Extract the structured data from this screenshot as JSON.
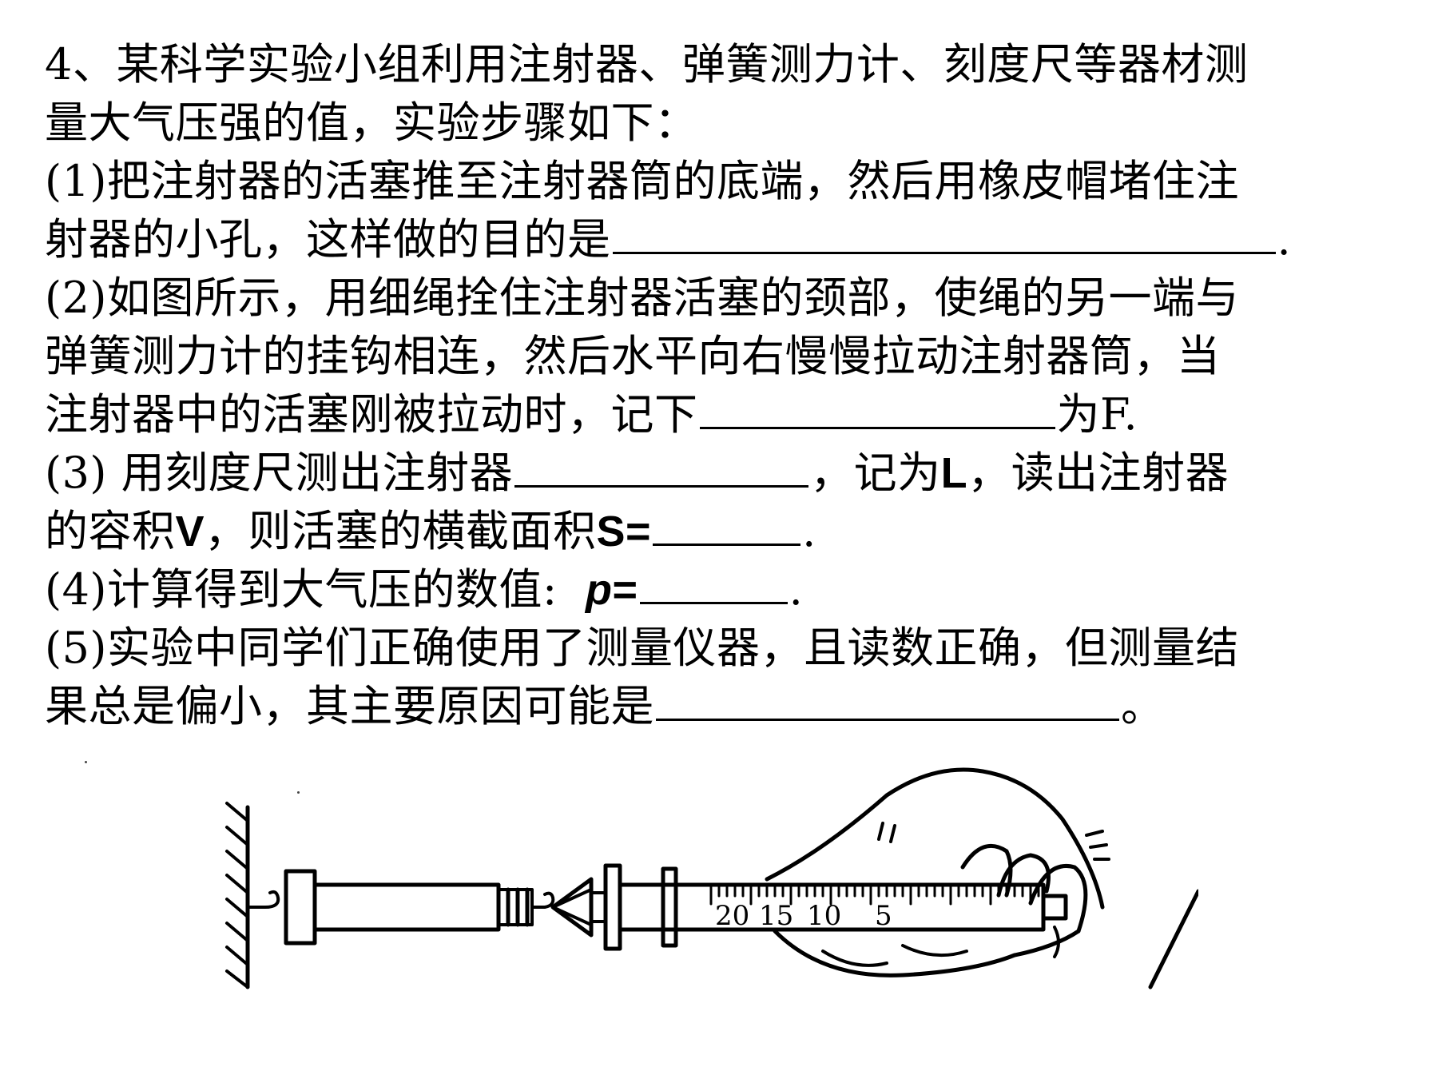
{
  "question": {
    "intro_line1": "4、某科学实验小组利用注射器、弹簧测力计、刻度尺等器材测",
    "intro_line2": "量大气压强的值，实验步骤如下：",
    "step1_line1": "(1)把注射器的活塞推至注射器筒的底端，然后用橡皮帽堵住注",
    "step1_line2": "射器的小孔，这样做的目的是",
    "step1_end": ".",
    "step2_line1": "(2)如图所示，用细绳拴住注射器活塞的颈部，使绳的另一端与",
    "step2_line2": "弹簧测力计的挂钩相连，然后水平向右慢慢拉动注射器筒，当",
    "step2_line3": "注射器中的活塞刚被拉动时，记下",
    "step2_end": "为F.",
    "step3_line1_a": "(3) 用刻度尺测出注射器",
    "step3_line1_b": "，记为",
    "step3_L": "L",
    "step3_line1_c": "，读出注射器",
    "step3_line2_a": "的容积",
    "step3_V": "V",
    "step3_line2_b": "，则活塞的横截面积",
    "step3_S": "S=",
    "step3_end": ".",
    "step4_a": "(4)计算得到大气压的数值:",
    "step4_p": "p",
    "step4_eq": "=",
    "step4_end": ".",
    "step5_line1": "(5)实验中同学们正确使用了测量仪器，且读数正确，但测量结",
    "step5_line2": "果总是偏小，其主要原因可能是",
    "step5_end": "。"
  },
  "figure": {
    "scale_labels": [
      "20",
      "15",
      "10",
      "5"
    ]
  }
}
